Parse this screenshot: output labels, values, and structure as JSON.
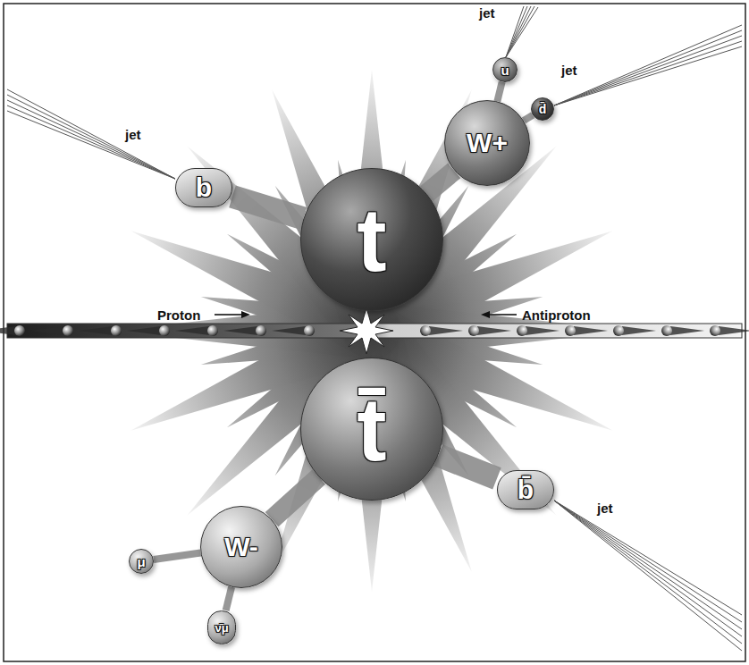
{
  "diagram": {
    "nodes": [
      {
        "text": [
          "t"
        ]
      },
      {
        "text": [
          "b"
        ]
      },
      {
        "text": [
          "W+"
        ]
      },
      {
        "text": [
          "u"
        ]
      },
      {
        "text": [
          "d̄"
        ]
      },
      {
        "text": [
          "t̄"
        ]
      },
      {
        "text": [
          "b̄"
        ]
      },
      {
        "text": [
          "W-"
        ]
      },
      {
        "text": [
          "μ"
        ]
      },
      {
        "text": [
          "ν̄μ"
        ]
      }
    ],
    "edges": [
      {
        "from": 0,
        "to": 1,
        "arrow": "none"
      },
      {
        "from": 0,
        "to": 2,
        "arrow": "none"
      },
      {
        "from": 2,
        "to": 3,
        "arrow": "none"
      },
      {
        "from": 2,
        "to": 4,
        "arrow": "none"
      },
      {
        "from": 5,
        "to": 6,
        "arrow": "none"
      },
      {
        "from": 5,
        "to": 7,
        "arrow": "none"
      },
      {
        "from": 7,
        "to": 8,
        "arrow": "none"
      },
      {
        "from": 7,
        "to": 9,
        "arrow": "none"
      }
    ],
    "labels": [
      "jet",
      "jet",
      "jet",
      "jet",
      "Proton",
      "Antiproton"
    ]
  }
}
